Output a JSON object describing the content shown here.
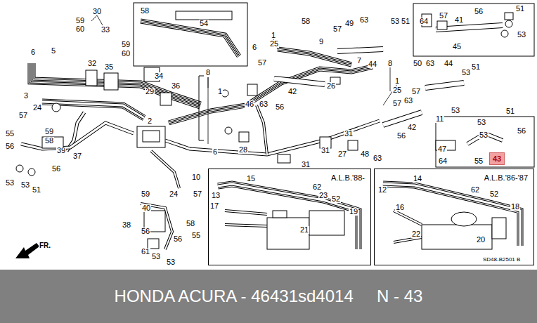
{
  "diagram": {
    "nodes": [
      {
        "text": [
          "43"
        ]
      },
      {
        "text": [
          "A.L.B.'88-"
        ]
      },
      {
        "text": [
          "A.L.B.'86-'87"
        ]
      },
      {
        "text": [
          "HONDA ACURA - 46431sd4014     N - 43"
        ]
      }
    ],
    "labels": [
      "30",
      "58",
      "54",
      "59",
      "60",
      "33",
      "58",
      "57",
      "49",
      "63",
      "53",
      "51",
      "1",
      "25",
      "6",
      "9",
      "64",
      "57",
      "41",
      "56",
      "51",
      "53",
      "45",
      "59",
      "60",
      "5",
      "6",
      "7",
      "44",
      "57",
      "8",
      "50",
      "63",
      "44",
      "51",
      "53",
      "32",
      "35",
      "8",
      "34",
      "1",
      "25",
      "29",
      "36",
      "26",
      "42",
      "1",
      "57",
      "3",
      "63",
      "57",
      "46",
      "63",
      "56",
      "24",
      "53",
      "51",
      "57",
      "11",
      "2",
      "53",
      "42",
      "59",
      "55",
      "31",
      "53",
      "56",
      "56",
      "58",
      "56",
      "39",
      "28",
      "47",
      "6",
      "31",
      "27",
      "48",
      "37",
      "63",
      "64",
      "55",
      "31",
      "56",
      "10",
      "15",
      "14",
      "53",
      "53",
      "62",
      "51",
      "12",
      "62",
      "59",
      "24",
      "57",
      "23",
      "52",
      "52",
      "13",
      "17",
      "16",
      "18",
      "40",
      "19",
      "58",
      "38",
      "21",
      "56",
      "22",
      "55",
      "56",
      "20",
      "FR.",
      "61",
      "53",
      "53",
      "SD48-B2501 B"
    ]
  }
}
